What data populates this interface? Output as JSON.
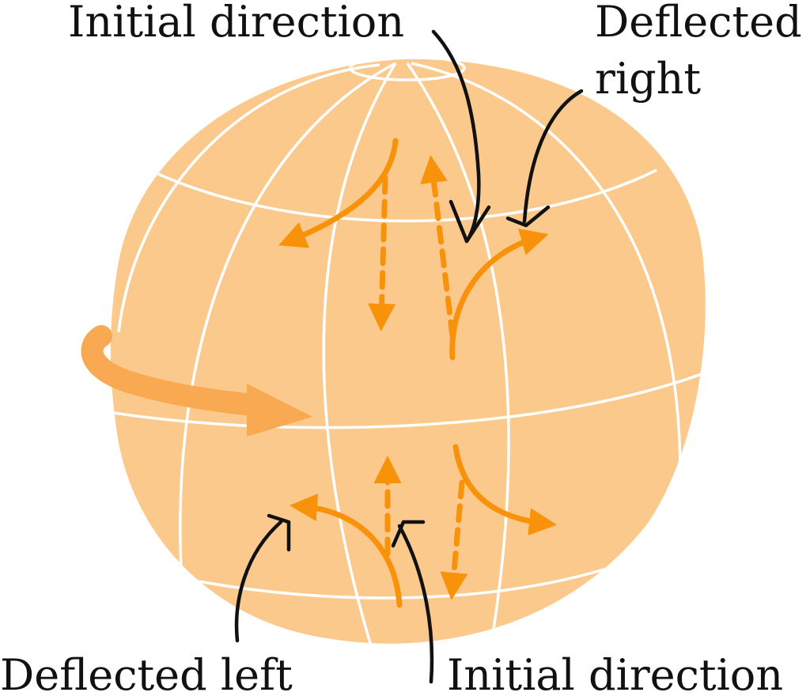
{
  "labels": {
    "initial_direction_top": "Initial direction",
    "deflected_right_line1": "Deflected",
    "deflected_right_line2": "right",
    "deflected_left": "Deflected left",
    "initial_direction_bottom": "Initial direction"
  },
  "colors": {
    "globe_fill": "#fcc98c",
    "grid_lines": "#ffffff",
    "arrow_orange": "#f7920a",
    "rotation_arrow": "#f9a952",
    "pointer_black": "#111111"
  },
  "icons": {
    "globe": "globe-icon",
    "rotation": "rotation-arrow-icon"
  }
}
